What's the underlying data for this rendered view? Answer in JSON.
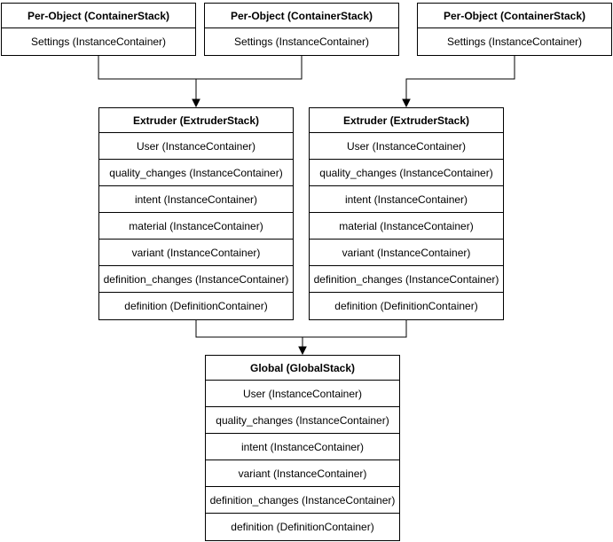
{
  "colors": {
    "background": "#ffffff",
    "line": "#000000",
    "text": "#000000",
    "box_fill": "#ffffff"
  },
  "stacks": [
    {
      "id": "per-object-1",
      "title": "Per-Object (ContainerStack)",
      "rows": [
        "Settings (InstanceContainer)"
      ]
    },
    {
      "id": "per-object-2",
      "title": "Per-Object (ContainerStack)",
      "rows": [
        "Settings (InstanceContainer)"
      ]
    },
    {
      "id": "per-object-3",
      "title": "Per-Object (ContainerStack)",
      "rows": [
        "Settings (InstanceContainer)"
      ]
    },
    {
      "id": "extruder-left",
      "title": "Extruder (ExtruderStack)",
      "rows": [
        "User (InstanceContainer)",
        "quality_changes (InstanceContainer)",
        "intent (InstanceContainer)",
        "material (InstanceContainer)",
        "variant (InstanceContainer)",
        "definition_changes (InstanceContainer)",
        "definition (DefinitionContainer)"
      ]
    },
    {
      "id": "extruder-right",
      "title": "Extruder (ExtruderStack)",
      "rows": [
        "User (InstanceContainer)",
        "quality_changes (InstanceContainer)",
        "intent (InstanceContainer)",
        "material (InstanceContainer)",
        "variant (InstanceContainer)",
        "definition_changes (InstanceContainer)",
        "definition (DefinitionContainer)"
      ]
    },
    {
      "id": "global",
      "title": "Global (GlobalStack)",
      "rows": [
        "User (InstanceContainer)",
        "quality_changes (InstanceContainer)",
        "intent (InstanceContainer)",
        "variant (InstanceContainer)",
        "definition_changes (InstanceContainer)",
        "definition (DefinitionContainer)"
      ]
    }
  ],
  "connections": [
    {
      "from": "per-object-1",
      "to": "extruder-left"
    },
    {
      "from": "per-object-2",
      "to": "extruder-left"
    },
    {
      "from": "per-object-3",
      "to": "extruder-right"
    },
    {
      "from": "extruder-left",
      "to": "global"
    },
    {
      "from": "extruder-right",
      "to": "global"
    }
  ]
}
